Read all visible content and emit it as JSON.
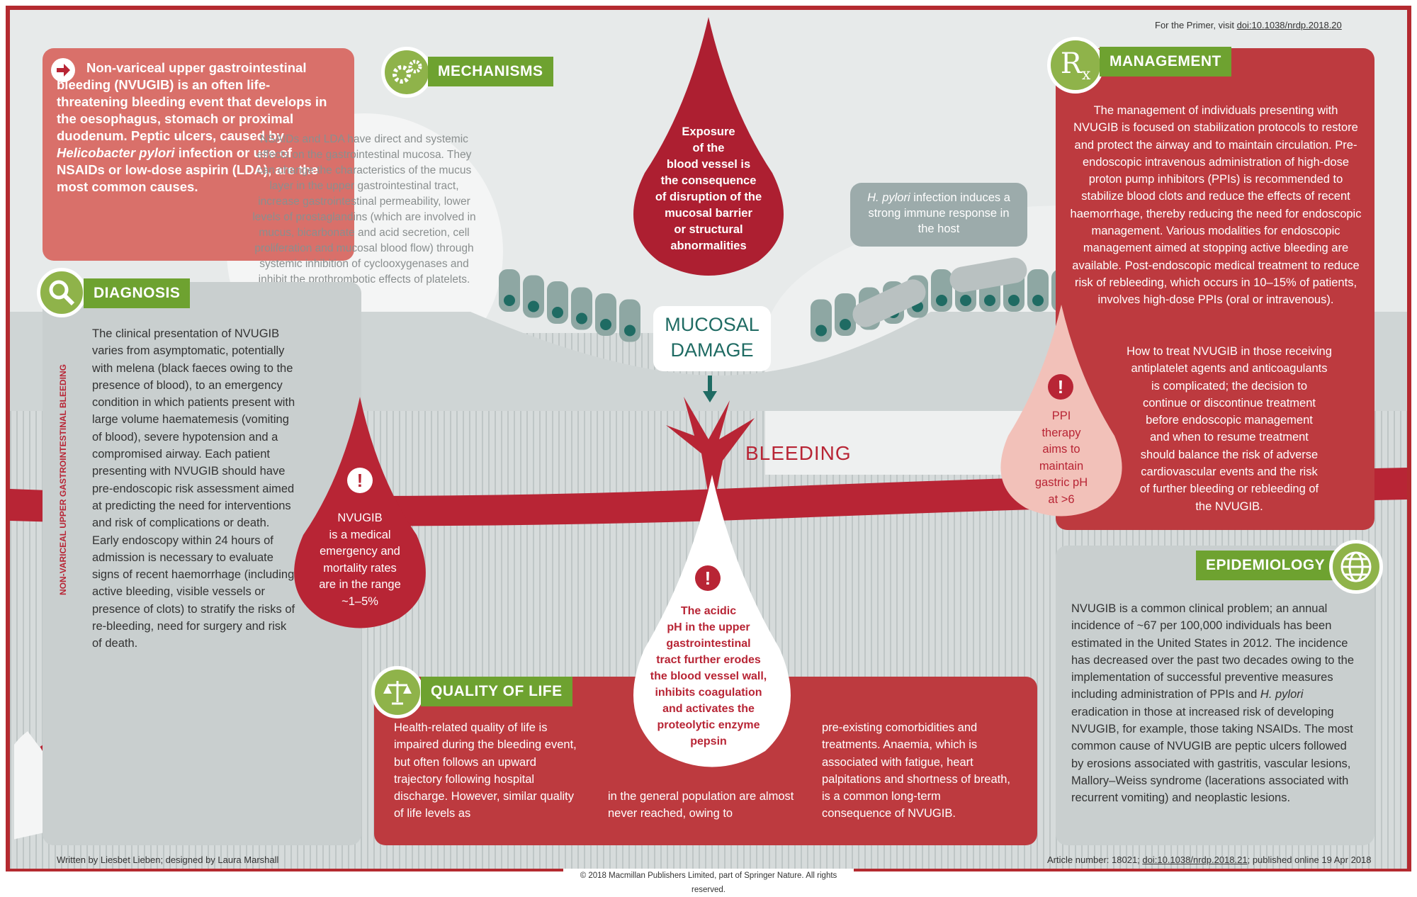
{
  "header": {
    "primer_prefix": "For the Primer, visit ",
    "primer_link": "doi:10.1038/nrdp.2018.20"
  },
  "intro": {
    "text_bold": "Non-variceal upper gastrointestinal bleeding (NVUGIB) is an often life-threatening bleeding event that develops in the oesophagus, stomach or proximal duodenum. Peptic ulcers, caused by ",
    "text_italic": "Helicobacter pylori",
    "text_rest": " infection or use of NSAIDs or low-dose aspirin (LDA), are the most common causes."
  },
  "mechanisms": {
    "title": "MECHANISMS",
    "text": "NSAIDs and LDA have direct and systemic effects on the gastrointestinal mucosa. They can change the characteristics of the mucus layer in the upper gastrointestinal tract, increase gastrointestinal permeability, lower levels of prostaglandins (which are involved in mucus, bicarbonate and acid secretion, cell proliferation and mucosal blood flow) through systemic inhibition of cyclooxygenases and inhibit the prothrombotic effects of platelets."
  },
  "drop_top": {
    "text": "Exposure\nof the\nblood vessel is\nthe consequence\nof disruption of the\nmucosal barrier\nor structural\nabnormalities"
  },
  "hpylori": {
    "italic": "H. pylori",
    "text": " infection induces a strong immune response in the host"
  },
  "mucosal_damage": "MUCOSAL\nDAMAGE",
  "bleeding": "BLEEDING",
  "diagnosis": {
    "title": "DIAGNOSIS",
    "side_label": "NON-VARICEAL UPPER GASTROINTESTINAL BLEEDING",
    "text": "The clinical presentation of NVUGIB varies from asymptomatic, potentially with melena (black faeces owing to the presence of blood), to an emergency condition in which patients present with large volume haematemesis (vomiting of blood), severe hypotension and a compromised airway. Each patient presenting with NVUGIB should have pre-endoscopic risk assessment aimed at predicting the need for interventions and risk of complications or death. Early endoscopy within 24 hours of admission is necessary to evaluate signs of recent haemorrhage (including active bleeding, visible vessels or presence of clots) to stratify the risks of re-bleeding, need for surgery and risk of death."
  },
  "drop_left": {
    "text": "NVUGIB\nis a medical\nemergency and\nmortality rates\nare in the range\n~1–5%"
  },
  "drop_center": {
    "text": "The acidic\npH in the upper\ngastrointestinal\ntract further erodes\nthe blood vessel wall,\ninhibits coagulation\nand activates the\nproteolytic enzyme\npepsin"
  },
  "drop_right": {
    "text": "PPI\ntherapy\naims to\nmaintain\ngastric pH\nat >6"
  },
  "management": {
    "title": "MANAGEMENT",
    "text": "The management of individuals presenting with NVUGIB is focused on stabilization protocols to restore and protect the airway and to maintain circulation. Pre-endoscopic intravenous administration of high-dose proton pump inhibitors (PPIs) is recommended to stabilize blood clots and reduce the effects of recent haemorrhage, thereby reducing the need for endoscopic management. Various modalities for endoscopic management aimed at stopping active bleeding are available. Post-endoscopic medical treatment to reduce risk of rebleeding, which occurs in 10–15% of patients, involves high-dose PPIs (oral or intravenous).",
    "text2": "How to treat NVUGIB in those receiving\nantiplatelet agents and anticoagulants\nis complicated; the decision to\ncontinue or discontinue treatment\nbefore endoscopic management\nand when to resume treatment\nshould balance the risk of adverse\ncardiovascular events and the risk\nof further bleeding or rebleeding of\nthe NVUGIB."
  },
  "epidemiology": {
    "title": "EPIDEMIOLOGY",
    "text_a": "NVUGIB is a common clinical problem; an annual incidence of ~67 per 100,000 individuals has been estimated in the United States in 2012. The incidence has decreased over the past two decades owing to the implementation of successful preventive measures including administration of PPIs and ",
    "text_italic": "H. pylori",
    "text_b": " eradication in those at increased risk of developing NVUGIB, for example, those taking NSAIDs. The most common cause of NVUGIB are peptic ulcers followed by erosions associated with gastritis, vascular lesions, Mallory–Weiss syndrome (lacerations associated with recurrent vomiting) and neoplastic lesions."
  },
  "quality": {
    "title": "QUALITY OF LIFE",
    "col1": "Health-related quality of life is impaired during the bleeding event, but often follows an upward trajectory following hospital discharge. However, similar quality of life levels as",
    "col2": "in the general population are almost never reached, owing to",
    "col3": "pre-existing comorbidities and treatments. Anaemia, which is associated with fatigue, heart palpitations and shortness of breath, is a common long-term consequence of NVUGIB."
  },
  "footer": {
    "credits": "Written by Liesbet Lieben; designed by Laura Marshall",
    "article_prefix": "Article number: 18021; ",
    "article_link": "doi:10.1038/nrdp.2018.21",
    "article_suffix": "; published online 19 Apr 2018",
    "copyright": "© 2018 Macmillan Publishers Limited, part of Springer Nature. All rights reserved."
  },
  "icons": [
    "arrow-right-icon",
    "gears-icon",
    "magnifier-icon",
    "rx-icon",
    "globe-icon",
    "scales-icon",
    "exclamation-icon"
  ],
  "colors": {
    "red": "#bd3a3f",
    "salmon": "#d9706a",
    "green": "#6ea230",
    "teal": "#1f6b63",
    "grey": "#c3caca",
    "pink": "#f2c1b9"
  }
}
